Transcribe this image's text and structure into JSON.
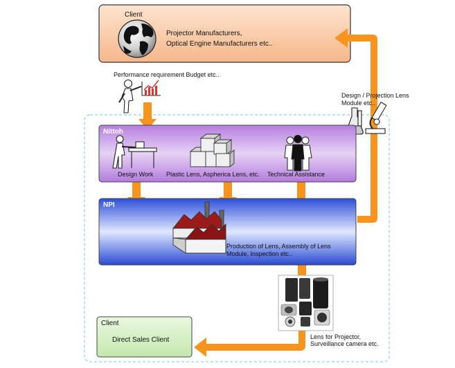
{
  "client_box": {
    "title": "Client",
    "line1": "Projector Manufacturers,",
    "line2": "Optical Engine Manufacturers etc.."
  },
  "requirement_label": "Performance requirement Budget etc..",
  "design_module_label": {
    "line1": "Design / Projection Lens",
    "line2": "Module etc.."
  },
  "nittoh_panel": {
    "title": "Nittoh",
    "items": [
      {
        "label": "Design Work",
        "icon": "worker-at-bench-icon"
      },
      {
        "label": "Plastic Lens, Aspherica Lens, etc.",
        "icon": "stacked-cubes-icon"
      },
      {
        "label": "Technical Assistance",
        "icon": "people-group-icon"
      }
    ]
  },
  "npi_panel": {
    "title": "NPI",
    "line1": "Production of Lens, Assembly of Lens",
    "line2": "Module, Inspection etc.."
  },
  "product_label": {
    "line1": "Lens for Projector,",
    "line2": "Surveillance camera etc."
  },
  "direct_client_box": {
    "title": "Client",
    "subtitle": "Direct Sales Client"
  },
  "colors": {
    "arrow": "#f7941d",
    "client_fill": "#fbd3b4",
    "nittoh_fill": "#c89ae8",
    "npi_fill": "#3f5fe0",
    "direct_client_fill": "#d6f0c6",
    "dashed_border": "#8fd3ee"
  }
}
